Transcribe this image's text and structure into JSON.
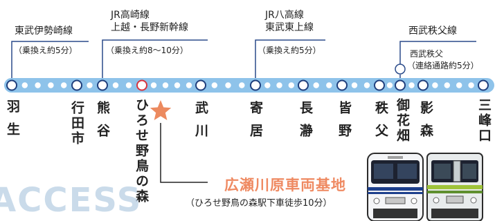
{
  "watermark": "ACCESS",
  "route": {
    "stations": [
      {
        "name": "羽生",
        "style": "spread"
      },
      {
        "name": "行田市",
        "style": "tight"
      },
      {
        "name": "熊谷",
        "style": "spread"
      },
      {
        "name": "ひろせ野鳥の森",
        "style": "tight"
      },
      {
        "name": "武川",
        "style": "spread"
      },
      {
        "name": "寄居",
        "style": "spread"
      },
      {
        "name": "長瀞",
        "style": "spread"
      },
      {
        "name": "皆野",
        "style": "spread"
      },
      {
        "name": "秩父",
        "style": "spread"
      },
      {
        "name": "御花畑",
        "style": "tight"
      },
      {
        "name": "影森",
        "style": "spread"
      },
      {
        "name": "三峰口",
        "style": "tight"
      }
    ]
  },
  "connections": {
    "tobu_isesaki": {
      "line": "東武伊勢崎線",
      "transfer": "（乗換え約5分）"
    },
    "jr_kumagaya": {
      "line1": "JR高崎線",
      "line2": "上越・長野新幹線",
      "transfer": "（乗換え約8〜10分）"
    },
    "jr_yorii": {
      "line1": "JR八高線",
      "line2": "東武東上線",
      "transfer": "（乗換え約5分）"
    },
    "seibu": {
      "line": "西武秩父線",
      "station": "西武秩父",
      "transfer": "（連絡通路約5分）"
    }
  },
  "depot": {
    "title": "広瀬川原車両基地",
    "note": "（ひろせ野鳥の森駅下車徒歩10分）"
  },
  "colors": {
    "line_band": "#8ec3ea",
    "dot": "#ffffff",
    "station_ring": "#1f3e7c",
    "highlight_ring": "#d8323c",
    "connector": "#2a4a8a",
    "star": "#ec8a5f",
    "depot_title": "#ef8a62",
    "leader": "#222222"
  }
}
